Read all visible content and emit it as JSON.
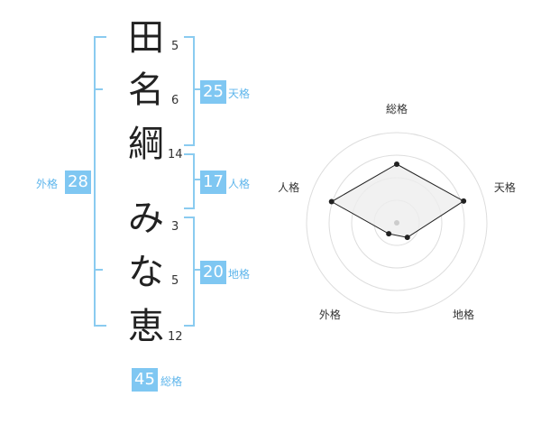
{
  "characters": [
    {
      "char": "田",
      "strokes": "5"
    },
    {
      "char": "名",
      "strokes": "6"
    },
    {
      "char": "綱",
      "strokes": "14"
    },
    {
      "char": "み",
      "strokes": "3"
    },
    {
      "char": "な",
      "strokes": "5"
    },
    {
      "char": "恵",
      "strokes": "12"
    }
  ],
  "kakusu": {
    "tenkaku": {
      "value": "25",
      "label": "天格"
    },
    "jinkaku": {
      "value": "17",
      "label": "人格"
    },
    "chikaku": {
      "value": "20",
      "label": "地格"
    },
    "gaikaku": {
      "value": "28",
      "label": "外格"
    },
    "soukaku": {
      "value": "45",
      "label": "総格"
    }
  },
  "chart_data": {
    "type": "radar",
    "axes": [
      "総格",
      "天格",
      "地格",
      "外格",
      "人格"
    ],
    "values": [
      0.65,
      0.78,
      0.2,
      0.15,
      0.76
    ],
    "range": [
      0,
      1
    ],
    "rings": 4,
    "colors": {
      "line": "#222222",
      "fill": "#eeeeee",
      "ring": "#dddddd"
    }
  },
  "colors": {
    "accent": "#7fc7f2",
    "accent_text": "#5fb6ec",
    "bracket": "#8acbf0"
  }
}
